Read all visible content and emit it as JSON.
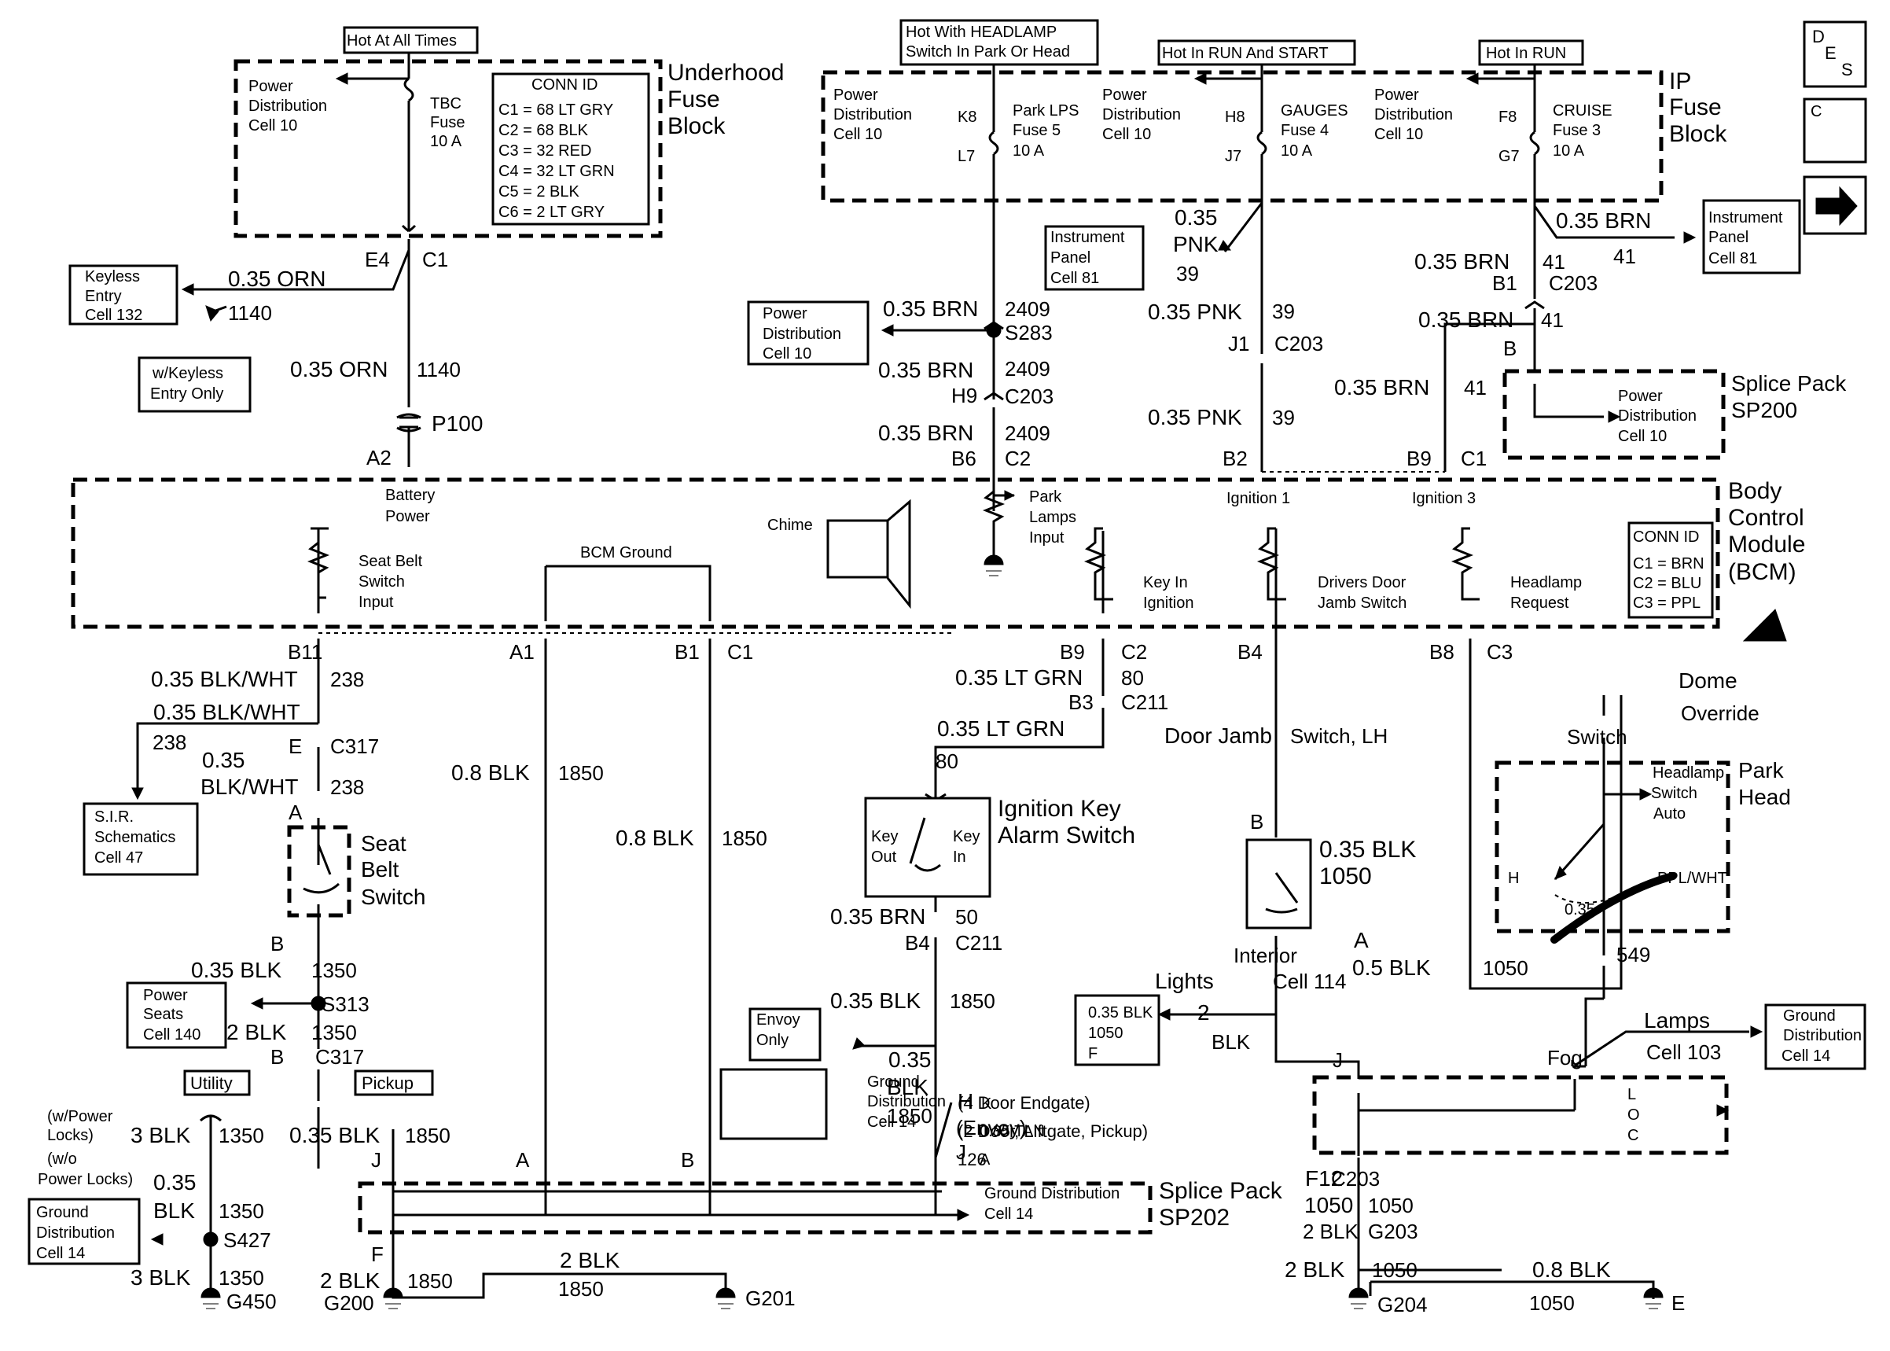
{
  "labels": [
    {
      "text": "Hot At All Times"
    },
    {
      "text": "Hot With HEADLAMP"
    },
    {
      "text": "Switch In Park Or Head"
    },
    {
      "text": "Hot In RUN And START"
    },
    {
      "text": "Hot In RUN"
    },
    {
      "text": "Underhood"
    },
    {
      "text": "Fuse"
    },
    {
      "text": "Block"
    },
    {
      "text": "IP"
    },
    {
      "text": "Fuse"
    },
    {
      "text": "Block"
    },
    {
      "text": "CONN ID"
    },
    {
      "text": "C1 = 68 LT GRY"
    },
    {
      "text": "C2 = 68 BLK"
    },
    {
      "text": "C3 = 32 RED"
    },
    {
      "text": "C4 = 32 LT GRN"
    },
    {
      "text": "C5 = 2 BLK"
    },
    {
      "text": "C6 = 2 LT GRY"
    },
    {
      "text": "Power"
    },
    {
      "text": "Distribution"
    },
    {
      "text": "Cell 10"
    },
    {
      "text": "TBC"
    },
    {
      "text": "Fuse"
    },
    {
      "text": "10 A"
    },
    {
      "text": "E4"
    },
    {
      "text": "C1"
    },
    {
      "text": "Keyless"
    },
    {
      "text": "Entry"
    },
    {
      "text": "Cell 132"
    },
    {
      "text": "0.35 ORN"
    },
    {
      "text": "1140"
    },
    {
      "text": "w/Keyless"
    },
    {
      "text": "Entry Only"
    },
    {
      "text": "0.35 ORN"
    },
    {
      "text": "1140"
    },
    {
      "text": "P100"
    },
    {
      "text": "A2"
    },
    {
      "text": "Battery"
    },
    {
      "text": "Power"
    },
    {
      "text": "Power"
    },
    {
      "text": "Distribution"
    },
    {
      "text": "Cell 10"
    },
    {
      "text": "K8"
    },
    {
      "text": "L7"
    },
    {
      "text": "Park LPS"
    },
    {
      "text": "Fuse 5"
    },
    {
      "text": "10 A"
    },
    {
      "text": "Power"
    },
    {
      "text": "Distribution"
    },
    {
      "text": "Cell 10"
    },
    {
      "text": "H8"
    },
    {
      "text": "J7"
    },
    {
      "text": "GAUGES"
    },
    {
      "text": "Fuse 4"
    },
    {
      "text": "10 A"
    },
    {
      "text": "Power"
    },
    {
      "text": "Distribution"
    },
    {
      "text": "Cell 10"
    },
    {
      "text": "F8"
    },
    {
      "text": "G7"
    },
    {
      "text": "CRUISE"
    },
    {
      "text": "Fuse 3"
    },
    {
      "text": "10 A"
    },
    {
      "text": "Instrument"
    },
    {
      "text": "Panel"
    },
    {
      "text": "Cell 81"
    },
    {
      "text": "0.35"
    },
    {
      "text": "PNK"
    },
    {
      "text": "39"
    },
    {
      "text": "Power"
    },
    {
      "text": "Distribution"
    },
    {
      "text": "Cell 10"
    },
    {
      "text": "0.35 BRN"
    },
    {
      "text": "2409"
    },
    {
      "text": "S283"
    },
    {
      "text": "0.35 BRN"
    },
    {
      "text": "2409"
    },
    {
      "text": "H9"
    },
    {
      "text": "C203"
    },
    {
      "text": "0.35 BRN"
    },
    {
      "text": "2409"
    },
    {
      "text": "B6"
    },
    {
      "text": "C2"
    },
    {
      "text": "0.35 PNK"
    },
    {
      "text": "39"
    },
    {
      "text": "J1"
    },
    {
      "text": "C203"
    },
    {
      "text": "0.35 PNK"
    },
    {
      "text": "39"
    },
    {
      "text": "B2"
    },
    {
      "text": "0.35 BRN"
    },
    {
      "text": "41"
    },
    {
      "text": "41"
    },
    {
      "text": "B1"
    },
    {
      "text": "C203"
    },
    {
      "text": "0.35 BRN"
    },
    {
      "text": "41"
    },
    {
      "text": "B"
    },
    {
      "text": "0.35 BRN"
    },
    {
      "text": "41"
    },
    {
      "text": "B9"
    },
    {
      "text": "C1"
    },
    {
      "text": "0.35 BRN"
    },
    {
      "text": "Instrument"
    },
    {
      "text": "Panel"
    },
    {
      "text": "Cell 81"
    },
    {
      "text": "Splice Pack"
    },
    {
      "text": "SP200"
    },
    {
      "text": "Power"
    },
    {
      "text": "Distribution"
    },
    {
      "text": "Cell 10"
    },
    {
      "text": "Ignition 1"
    },
    {
      "text": "Ignition 3"
    },
    {
      "text": "Body"
    },
    {
      "text": "Control"
    },
    {
      "text": "Module"
    },
    {
      "text": "(BCM)"
    },
    {
      "text": "CONN ID"
    },
    {
      "text": "C1 = BRN"
    },
    {
      "text": "C2 = BLU"
    },
    {
      "text": "C3 = PPL"
    },
    {
      "text": "Seat Belt"
    },
    {
      "text": "Switch"
    },
    {
      "text": "Input"
    },
    {
      "text": "BCM Ground"
    },
    {
      "text": "Chime"
    },
    {
      "text": "Park"
    },
    {
      "text": "Lamps"
    },
    {
      "text": "Input"
    },
    {
      "text": "Key In"
    },
    {
      "text": "Ignition"
    },
    {
      "text": "Drivers Door"
    },
    {
      "text": "Jamb Switch"
    },
    {
      "text": "Headlamp"
    },
    {
      "text": "Request"
    },
    {
      "text": "B11"
    },
    {
      "text": "A1"
    },
    {
      "text": "B1"
    },
    {
      "text": "C1"
    },
    {
      "text": "B9"
    },
    {
      "text": "C2"
    },
    {
      "text": "B4"
    },
    {
      "text": "B8"
    },
    {
      "text": "C3"
    },
    {
      "text": "0.35 BLK/WHT"
    },
    {
      "text": "238"
    },
    {
      "text": "0.35 BLK/WHT"
    },
    {
      "text": "238"
    },
    {
      "text": "E"
    },
    {
      "text": "C317"
    },
    {
      "text": "0.35"
    },
    {
      "text": "BLK/WHT"
    },
    {
      "text": "238"
    },
    {
      "text": "A"
    },
    {
      "text": "S.I.R."
    },
    {
      "text": "Schematics"
    },
    {
      "text": "Cell 47"
    },
    {
      "text": "Seat"
    },
    {
      "text": "Belt"
    },
    {
      "text": "Switch"
    },
    {
      "text": "B"
    },
    {
      "text": "0.35 BLK"
    },
    {
      "text": "1350"
    },
    {
      "text": "S313"
    },
    {
      "text": "2 BLK"
    },
    {
      "text": "1350"
    },
    {
      "text": "B"
    },
    {
      "text": "C317"
    },
    {
      "text": "Power"
    },
    {
      "text": "Seats"
    },
    {
      "text": "Cell 140"
    },
    {
      "text": "Utility"
    },
    {
      "text": "Pickup"
    },
    {
      "text": "(w/Power"
    },
    {
      "text": "Locks)"
    },
    {
      "text": "(w/o"
    },
    {
      "text": "Power Locks)"
    },
    {
      "text": "3 BLK"
    },
    {
      "text": "1350"
    },
    {
      "text": "0.35"
    },
    {
      "text": "BLK"
    },
    {
      "text": "1350"
    },
    {
      "text": "S427"
    },
    {
      "text": "3 BLK"
    },
    {
      "text": "1350"
    },
    {
      "text": "G450"
    },
    {
      "text": "Ground"
    },
    {
      "text": "Distribution"
    },
    {
      "text": "Cell 14"
    },
    {
      "text": "0.35 BLK"
    },
    {
      "text": "1850"
    },
    {
      "text": "J"
    },
    {
      "text": "F"
    },
    {
      "text": "2 BLK"
    },
    {
      "text": "1850"
    },
    {
      "text": "G200"
    },
    {
      "text": "2 BLK"
    },
    {
      "text": "1850"
    },
    {
      "text": "G201"
    },
    {
      "text": "0.8 BLK"
    },
    {
      "text": "1850"
    },
    {
      "text": "0.8 BLK"
    },
    {
      "text": "1850"
    },
    {
      "text": "A"
    },
    {
      "text": "B"
    },
    {
      "text": "Splice Pack"
    },
    {
      "text": "SP202"
    },
    {
      "text": "Ground Distribution"
    },
    {
      "text": "Cell 14"
    },
    {
      "text": "0.35 LT GRN"
    },
    {
      "text": "80"
    },
    {
      "text": "B3"
    },
    {
      "text": "C211"
    },
    {
      "text": "0.35 LT GRN"
    },
    {
      "text": "80"
    },
    {
      "text": "Ignition Key"
    },
    {
      "text": "Alarm Switch"
    },
    {
      "text": "Key"
    },
    {
      "text": "Out"
    },
    {
      "text": "Key"
    },
    {
      "text": "In"
    },
    {
      "text": "0.35 BRN"
    },
    {
      "text": "50"
    },
    {
      "text": "B4"
    },
    {
      "text": "C211"
    },
    {
      "text": "0.35 BLK"
    },
    {
      "text": "1850"
    },
    {
      "text": "Envoy"
    },
    {
      "text": "Only"
    },
    {
      "text": "0.35"
    },
    {
      "text": "BLK"
    },
    {
      "text": "1850"
    },
    {
      "text": "Ground"
    },
    {
      "text": "Distribution"
    },
    {
      "text": "Cell 14"
    },
    {
      "text": "H"
    },
    {
      "text": "(Envoy)"
    },
    {
      "text": "J"
    },
    {
      "text": "(4 Door Endgate)"
    },
    {
      "text": "K"
    },
    {
      "text": "(2 Door, Liftgate, Pickup)"
    },
    {
      "text": "0.35 TAN"
    },
    {
      "text": "126"
    },
    {
      "text": "A"
    },
    {
      "text": "Door Jamb"
    },
    {
      "text": "Switch, LH"
    },
    {
      "text": "B"
    },
    {
      "text": "0.35 BLK"
    },
    {
      "text": "1050"
    },
    {
      "text": "Interior"
    },
    {
      "text": "Lights"
    },
    {
      "text": "Cell 114"
    },
    {
      "text": "0.35 BLK"
    },
    {
      "text": "1050"
    },
    {
      "text": "F"
    },
    {
      "text": "2"
    },
    {
      "text": "BLK"
    },
    {
      "text": "J"
    },
    {
      "text": "F12"
    },
    {
      "text": "1050"
    },
    {
      "text": "C203"
    },
    {
      "text": "2 BLK"
    },
    {
      "text": "1050"
    },
    {
      "text": "G203"
    },
    {
      "text": "2 BLK"
    },
    {
      "text": "1050"
    },
    {
      "text": "G204"
    },
    {
      "text": "0.8 BLK"
    },
    {
      "text": "1050"
    },
    {
      "text": "E"
    },
    {
      "text": "Dome"
    },
    {
      "text": "Override"
    },
    {
      "text": "Switch"
    },
    {
      "text": "Headlamp"
    },
    {
      "text": "Switch"
    },
    {
      "text": "Auto"
    },
    {
      "text": "Park"
    },
    {
      "text": "Head"
    },
    {
      "text": "H"
    },
    {
      "text": "0.35"
    },
    {
      "text": "PPL/WHT"
    },
    {
      "text": "549"
    },
    {
      "text": "A"
    },
    {
      "text": "0.5 BLK"
    },
    {
      "text": "1050"
    },
    {
      "text": "Fog"
    },
    {
      "text": "Lamps"
    },
    {
      "text": "Cell 103"
    },
    {
      "text": "Ground"
    },
    {
      "text": "Distribution"
    },
    {
      "text": "Cell 14"
    },
    {
      "text": "L"
    },
    {
      "text": "O"
    },
    {
      "text": "C"
    },
    {
      "text": "D"
    },
    {
      "text": "E"
    },
    {
      "text": "S"
    },
    {
      "text": "C"
    }
  ]
}
